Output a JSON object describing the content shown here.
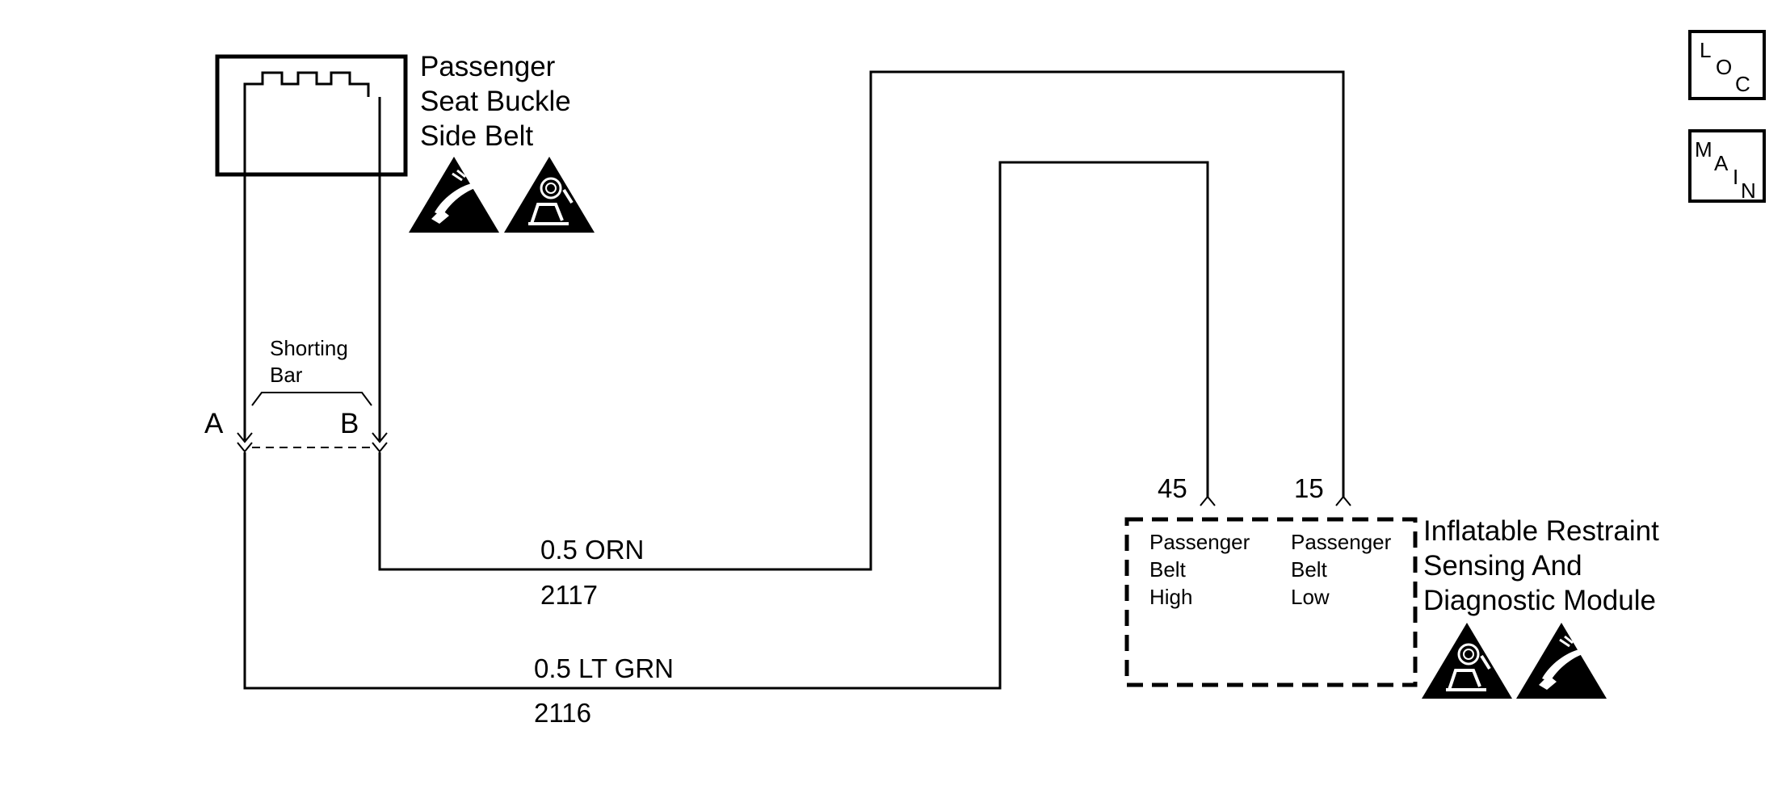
{
  "connector": {
    "name_lines": [
      "Passenger",
      "Seat Buckle",
      "Side Belt"
    ],
    "shorting_bar_lines": [
      "Shorting",
      "Bar"
    ],
    "pin_a": "A",
    "pin_b": "B"
  },
  "wires": [
    {
      "size_color": "0.5 ORN",
      "circuit": "2117"
    },
    {
      "size_color": "0.5 LT GRN",
      "circuit": "2116"
    }
  ],
  "module": {
    "name_lines": [
      "Inflatable Restraint",
      "Sensing And",
      "Diagnostic Module"
    ],
    "pins": [
      {
        "number": "45",
        "label_lines": [
          "Passenger",
          "Belt",
          "High"
        ]
      },
      {
        "number": "15",
        "label_lines": [
          "Passenger",
          "Belt",
          "Low"
        ]
      }
    ]
  },
  "icons": [
    "esd-warning-icon",
    "airbag-warning-icon"
  ],
  "nav": {
    "loc": [
      "L",
      "O",
      "C"
    ],
    "main": [
      "M",
      "A",
      "I",
      "N"
    ]
  }
}
